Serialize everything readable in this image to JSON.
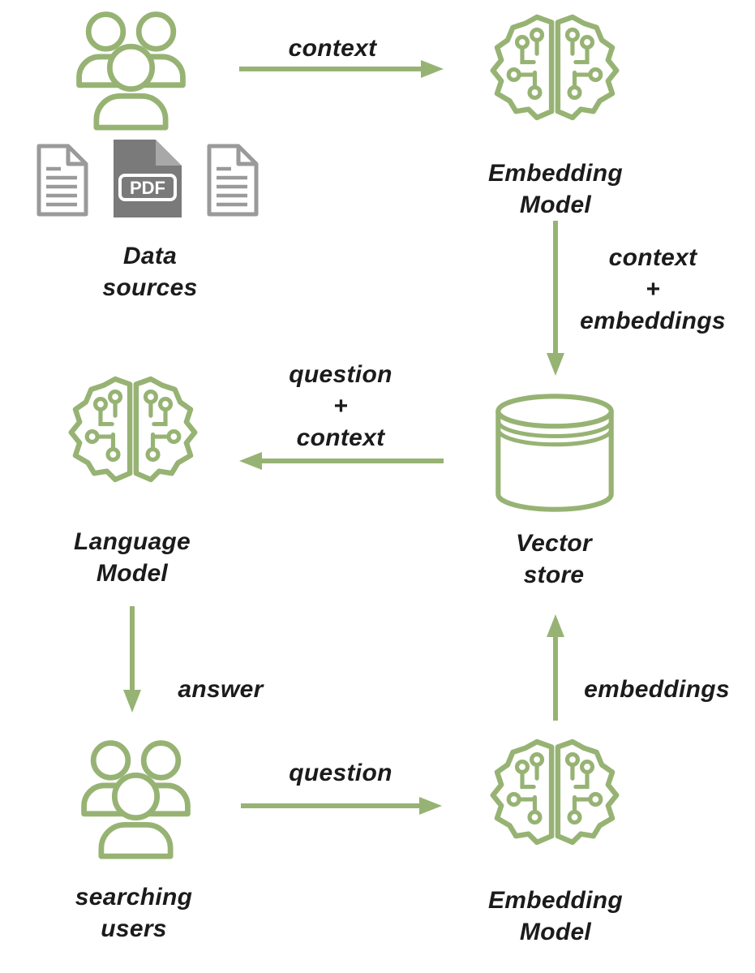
{
  "colors": {
    "green": "#97B374",
    "doc_gray": "#9A9A9A",
    "pdf_gray": "#7A7A7A",
    "text_dark": "#1B1B1B"
  },
  "nodes": {
    "data_sources": {
      "line1": "Data",
      "line2": "sources"
    },
    "embedding_model_top": {
      "line1": "Embedding",
      "line2": "Model"
    },
    "vector_store": {
      "line1": "Vector",
      "line2": "store"
    },
    "language_model": {
      "line1": "Language",
      "line2": "Model"
    },
    "searching_users": {
      "line1": "searching",
      "line2": "users"
    },
    "embedding_model_bottom": {
      "line1": "Embedding",
      "line2": "Model"
    }
  },
  "edges": {
    "context_top": {
      "label": "context"
    },
    "context_plus_embeddings": {
      "line1": "context",
      "line2": "+",
      "line3": "embeddings"
    },
    "question_plus_context": {
      "line1": "question",
      "line2": "+",
      "line3": "context"
    },
    "answer": {
      "label": "answer"
    },
    "question_bottom": {
      "label": "question"
    },
    "embeddings_up": {
      "label": "embeddings"
    }
  },
  "icons": {
    "pdf_label": "PDF"
  }
}
